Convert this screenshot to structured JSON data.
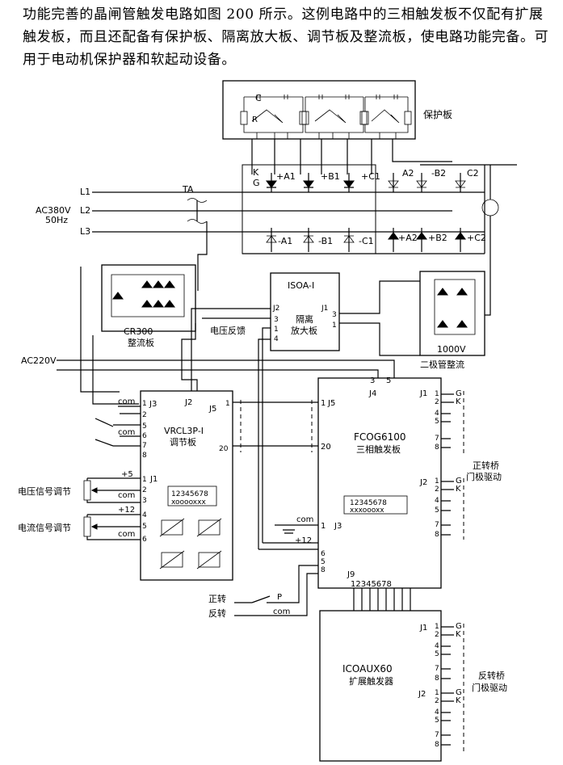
{
  "intro_text": "功能完善的晶闸管触发电路如图 200 所示。这例电路中的三相触发板不仅配有扩展触发板，而且还配备有保护板、隔离放大板、调节板及整流板，使电路功能完备。可用于电动机保护器和软起动设备。",
  "labels": {
    "protection_board": "保护板",
    "cap_C": "C",
    "res_R": "R",
    "supply_ac380": "AC380V",
    "supply_50hz": "50Hz",
    "phase_L1": "L1",
    "phase_L2": "L2",
    "phase_L3": "L3",
    "ta": "TA",
    "gate_K": "K",
    "gate_G": "G",
    "thyr_pA1": "+A1",
    "thyr_pB1": "+B1",
    "thyr_pC1": "+C1",
    "thyr_A2": "A2",
    "thyr_mB2": "-B2",
    "thyr_C2": "C2",
    "thyr_mA1": "-A1",
    "thyr_mB1": "-B1",
    "thyr_mC1": "-C1",
    "thyr_pA2": "+A2",
    "thyr_pB2": "+B2",
    "thyr_pC2": "+C2",
    "isoa_title": "ISOA-Ⅰ",
    "isoa_sub1": "隔离",
    "isoa_sub2": "放大板",
    "cr300": "CR300",
    "rect_board": "整流板",
    "voltage_feedback": "电压反馈",
    "v1000": "1000V",
    "diode_rect": "二极管整流",
    "ac220": "AC220V",
    "vrcl_title": "VRCL3P-Ⅰ",
    "vrcl_sub": "调节板",
    "fcog_title": "FCOG6100",
    "fcog_sub": "三相触发板",
    "fwd_gate1": "正转桥",
    "fwd_gate2": "门极驱动",
    "icoa_title": "ICOAUX60",
    "icoa_sub": "扩展触发器",
    "rev_gate1": "反转桥",
    "rev_gate2": "门极驱动",
    "v_adj": "电压信号调节",
    "i_adj": "电流信号调节",
    "plus5": "+5",
    "plus12": "+12",
    "com": "com",
    "fwd": "正转",
    "rev": "反转",
    "P": "P",
    "dip_digits": "12345678",
    "dip_marks": "xxxoooxx",
    "dip_marks_vr": "xooooxxx",
    "J1": "J1",
    "J2": "J2",
    "J3": "J3",
    "J4": "J4",
    "J5": "J5",
    "J9": "J9",
    "pin1": "1",
    "pin2": "2",
    "pin3": "3",
    "pin4": "4",
    "pin5": "5",
    "pin6": "6",
    "pin7": "7",
    "pin8": "8",
    "pin20": "20",
    "J9_pins": "12345678",
    "J3_pins": "12345678"
  }
}
